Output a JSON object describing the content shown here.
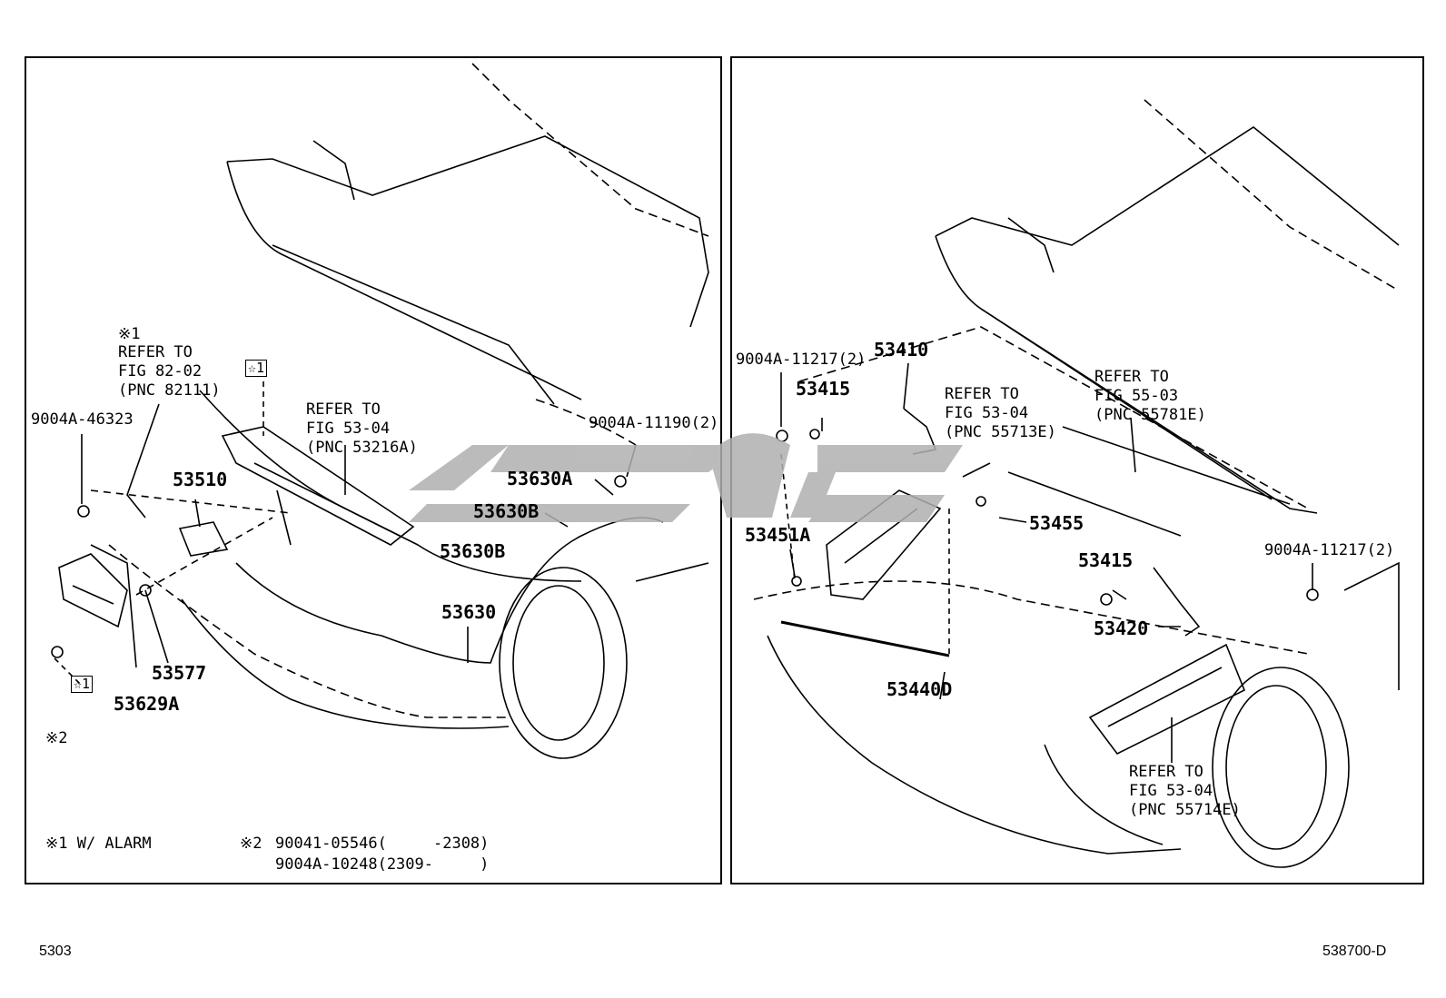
{
  "left": {
    "note_ref_alarm": [
      "※1",
      "REFER TO",
      "FIG 82-02",
      "(PNC 82111)"
    ],
    "ref_53216A": [
      "REFER TO",
      "FIG 53-04",
      "(PNC 53216A)"
    ],
    "mark1": "☆1",
    "mark2": "※2",
    "parts": {
      "p9004A_46323": "9004A-46323",
      "p9004A_11190": "9004A-11190(2)",
      "p53510": "53510",
      "p53630A": "53630A",
      "p53630B_1": "53630B",
      "p53630B_2": "53630B",
      "p53630": "53630",
      "p53577": "53577",
      "p53629A": "53629A"
    },
    "footnote1": "※1 W/ ALARM",
    "footnote2_mark": "※2",
    "footnote2_line1": "90041-05546(     -2308)",
    "footnote2_line2": "9004A-10248(2309-     )"
  },
  "right": {
    "parts": {
      "p9004A_11217_a": "9004A-11217(2)",
      "p53410": "53410",
      "p53415_a": "53415",
      "p53451A": "53451A",
      "p53455": "53455",
      "p53415_b": "53415",
      "p53420": "53420",
      "p9004A_11217_b": "9004A-11217(2)",
      "p53440D": "53440D"
    },
    "ref_55713E": [
      "REFER TO",
      "FIG 53-04",
      "(PNC 55713E)"
    ],
    "ref_55781E": [
      "REFER TO",
      "FIG 55-03",
      "(PNC 55781E)"
    ],
    "ref_55714E": [
      "REFER TO",
      "FIG 53-04",
      "(PNC 55714E)"
    ]
  },
  "footer": {
    "left_code": "5303",
    "right_code": "538700-D"
  },
  "colors": {
    "line": "#000000",
    "watermark": "#b0b0b0",
    "background": "#ffffff"
  }
}
